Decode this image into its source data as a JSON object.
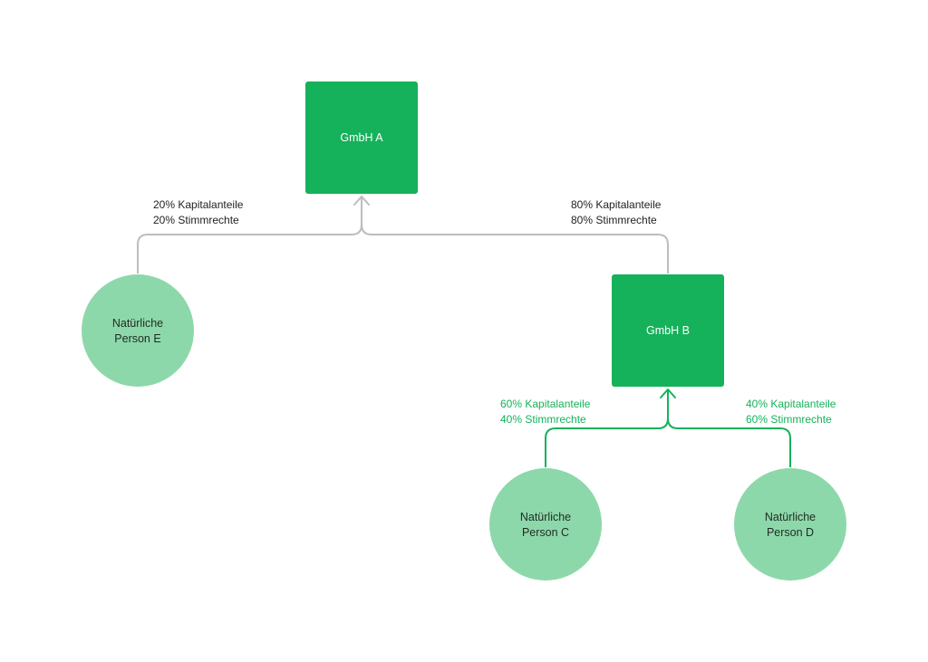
{
  "colors": {
    "company_fill": "#16b15b",
    "company_text": "#ffffff",
    "person_fill": "#8dd8aa",
    "person_text": "#1f2a24",
    "edge_gray": "#bdbdbd",
    "edge_green": "#16b15b",
    "label_dark": "#222222",
    "label_green": "#16b15b"
  },
  "nodes": {
    "gmbh_a": {
      "label": "GmbH A"
    },
    "gmbh_b": {
      "label": "GmbH B"
    },
    "person_e": {
      "line1": "Natürliche",
      "line2": "Person E"
    },
    "person_c": {
      "line1": "Natürliche",
      "line2": "Person C"
    },
    "person_d": {
      "line1": "Natürliche",
      "line2": "Person D"
    }
  },
  "edges": {
    "e_to_a": {
      "capital": "20% Kapitalanteile",
      "votes": "20% Stimmrechte"
    },
    "b_to_a": {
      "capital": "80% Kapitalanteile",
      "votes": "80% Stimmrechte"
    },
    "c_to_b": {
      "capital": "60% Kapitalanteile",
      "votes": "40% Stimmrechte"
    },
    "d_to_b": {
      "capital": "40% Kapitalanteile",
      "votes": "60% Stimmrechte"
    }
  }
}
